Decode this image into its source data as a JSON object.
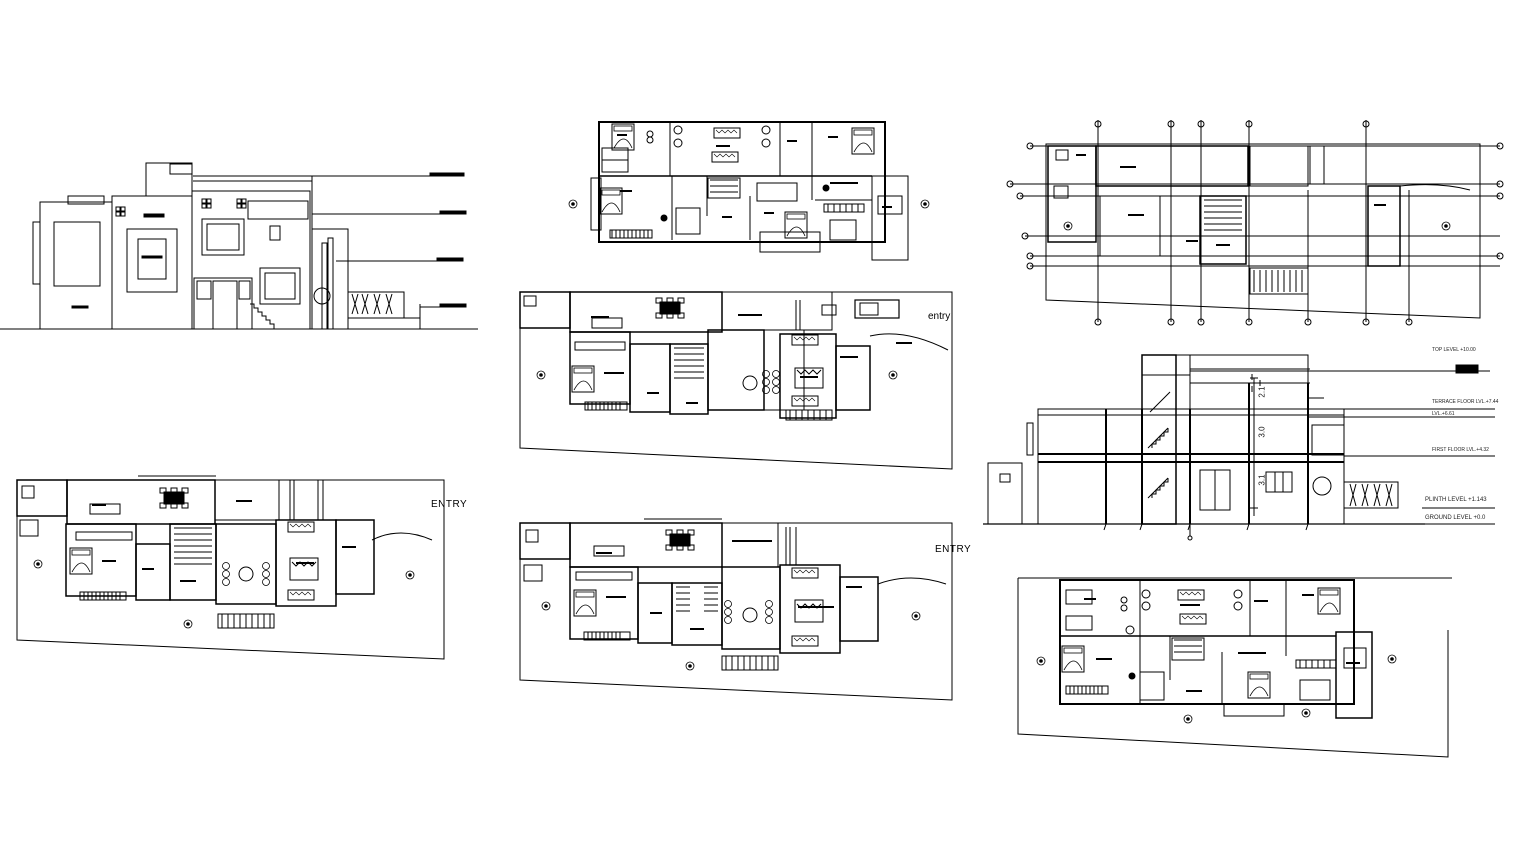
{
  "drawings": [
    {
      "name": "front-elevation"
    },
    {
      "name": "second-floor-plan"
    },
    {
      "name": "roof-plan"
    },
    {
      "name": "ground-floor-plan-upper",
      "entry_label": "entry"
    },
    {
      "name": "ground-floor-plan-left",
      "entry_label": "ENTRY"
    },
    {
      "name": "ground-floor-plan-middle",
      "entry_label": "ENTRY"
    },
    {
      "name": "section",
      "levels": [
        "TOP LEVEL +10.00",
        "TERRACE FLOOR LVL.+7.44",
        "LVL.+6.61",
        "FIRST FLOOR LVL.+4.32",
        "PLINTH LEVEL +1.143",
        "GROUND LEVEL +0.0"
      ],
      "dims": [
        "2.1",
        "3.0",
        "3.1"
      ]
    },
    {
      "name": "first-floor-plan"
    }
  ],
  "colors": {
    "line": "#000000",
    "background": "#ffffff",
    "hatch": "#333333"
  }
}
